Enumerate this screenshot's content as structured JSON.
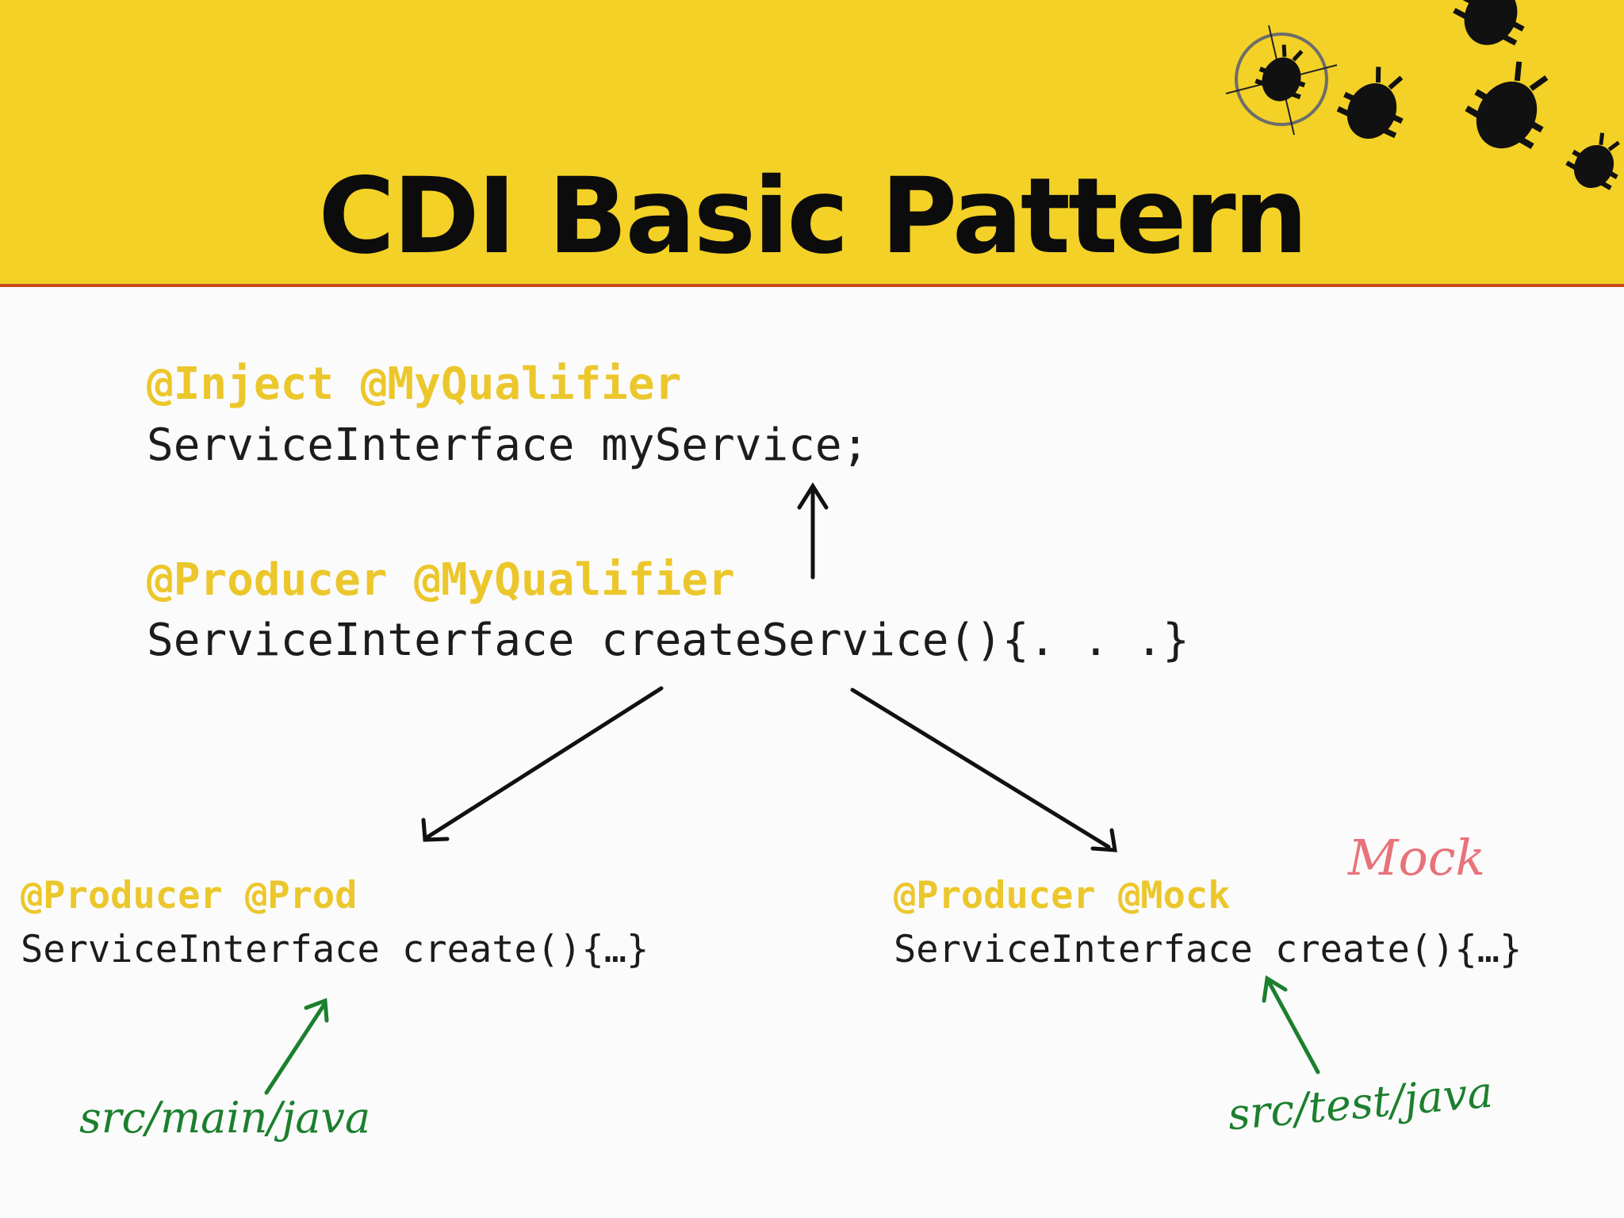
{
  "header": {
    "title": "CDI Basic Pattern",
    "background": "#f3d126",
    "accent_line": "#c94a1d",
    "icons": [
      "target-crosshair-icon",
      "bug-icon"
    ]
  },
  "blocks": {
    "inject": {
      "annotation": "@Inject @MyQualifier",
      "signature": "ServiceInterface myService;"
    },
    "producer": {
      "annotation": "@Producer @MyQualifier",
      "signature": "ServiceInterface createService(){. . .}"
    },
    "prod": {
      "annotation": "@Producer @Prod",
      "signature": "ServiceInterface create(){…}",
      "note": "src/main/java"
    },
    "mock": {
      "annotation": "@Producer @Mock",
      "signature": "ServiceInterface create(){…}",
      "note": "src/test/java",
      "tag": "Mock"
    }
  },
  "colors": {
    "annotation": "#ecc72c",
    "code": "#1c1c1c",
    "note": "#1c7f2e",
    "tag": "#e8727a"
  }
}
